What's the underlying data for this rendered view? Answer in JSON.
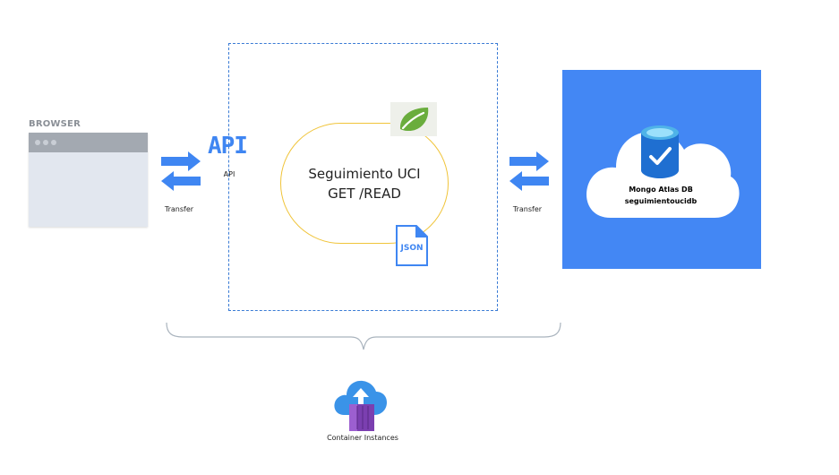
{
  "browser": {
    "label": "BROWSER"
  },
  "api": {
    "logo_text": "API",
    "label": "API"
  },
  "transfer_left": {
    "label": "Transfer"
  },
  "transfer_right": {
    "label": "Transfer"
  },
  "service": {
    "line1": "Seguimiento UCI",
    "line2": "GET /READ"
  },
  "json_badge": {
    "text": "JSON"
  },
  "database": {
    "line1": "Mongo Atlas DB",
    "line2": "seguimientoucidb"
  },
  "container": {
    "label": "Container Instances"
  },
  "icons": {
    "spring": "spring-leaf-icon",
    "json": "json-file-icon",
    "db": "azure-database-icon",
    "aci": "container-instances-icon"
  },
  "colors": {
    "arrow": "#3f86f2",
    "dashed_border": "#3a7bd5",
    "oval_border": "#f0c43a",
    "azure_blue": "#4387f4",
    "brace": "#a9b3bd"
  }
}
